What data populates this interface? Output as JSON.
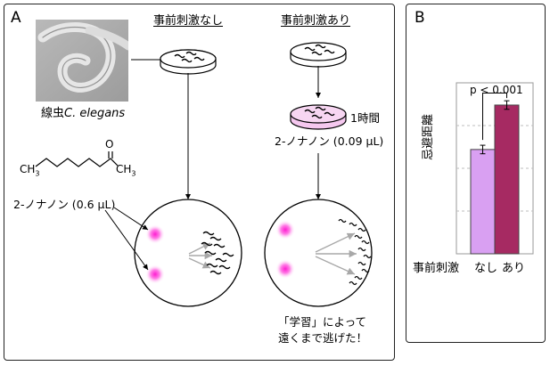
{
  "panel_a": {
    "label": "A",
    "worm_caption_prefix": "線虫",
    "worm_caption_species": "C. elegans",
    "condition_none": "事前刺激なし",
    "condition_with": "事前刺激あり",
    "duration": "1時間",
    "preexposure_dose": "2-ノナノン (0.09 μL)",
    "molecule_ch3_left": "CH",
    "molecule_ch3_left_sub": "3",
    "molecule_o": "O",
    "molecule_ch3_right": "CH",
    "molecule_ch3_right_sub": "3",
    "assay_dose": "2-ノナノン (0.6 μL)",
    "result_line1": "「学習」によって",
    "result_line2": "遠くまで逃げた！"
  },
  "panel_b": {
    "label": "B",
    "ylabel": "忌避距離",
    "pvalue": "p < 0.001",
    "xlabel_prefix": "事前刺激"
  },
  "chart_data": {
    "type": "bar",
    "categories": [
      "なし",
      "あり"
    ],
    "values": [
      0.61,
      0.87
    ],
    "errors": [
      0.025,
      0.025
    ],
    "colors": [
      "#d9a0f2",
      "#a62a62"
    ],
    "ylim": [
      0,
      1
    ],
    "gridlines": [
      0.25,
      0.5,
      0.75
    ],
    "ylabel": "忌避距離",
    "xlabel": "事前刺激",
    "annotation": "p < 0.001"
  }
}
